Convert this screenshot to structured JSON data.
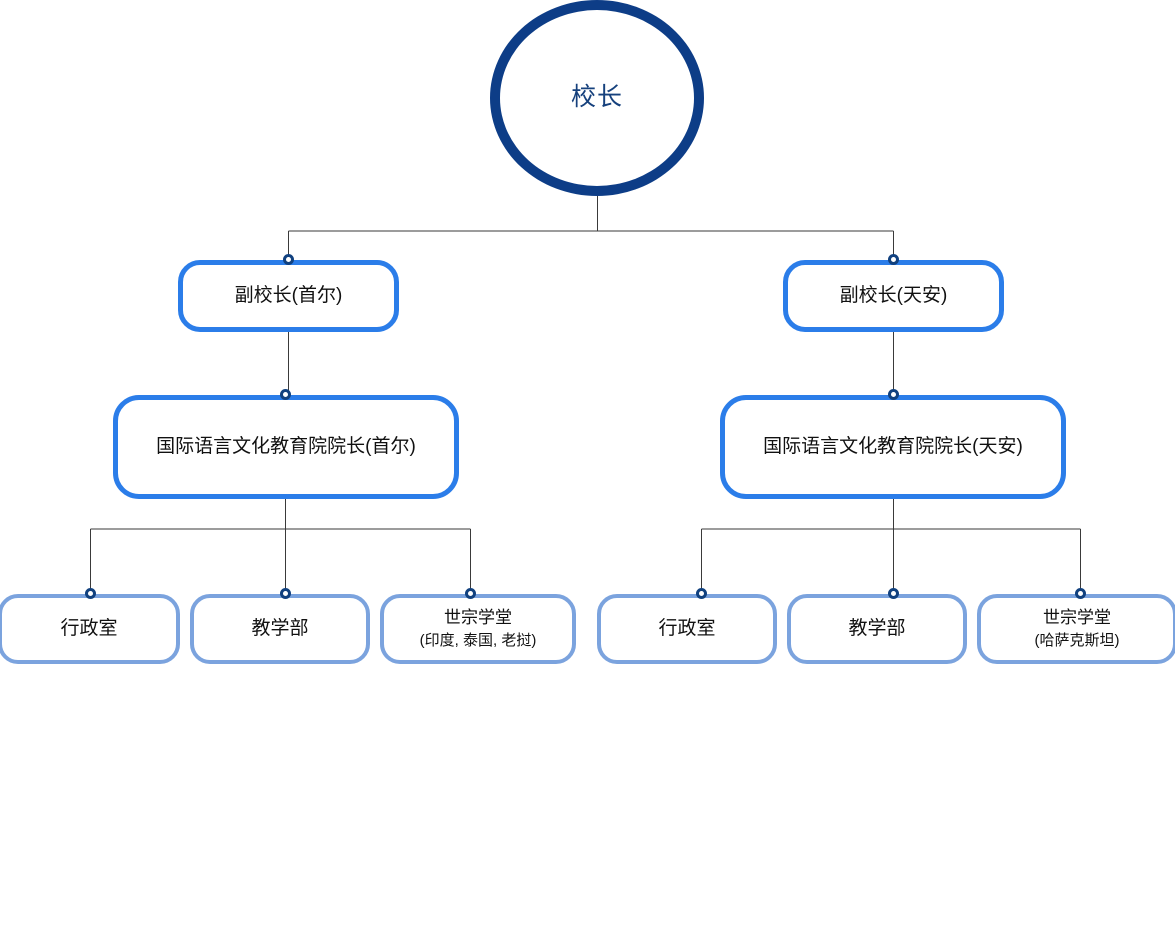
{
  "chart_title": "",
  "palette": {
    "root_border": "#0d3d87",
    "root_text": "#16417d",
    "level2_border": "#2b7de9",
    "level3_border": "#2b7de9",
    "leaf_border": "#7ba3de",
    "connector_line": "#3a3a3a",
    "connector_dot_ring": "#11417f",
    "connector_dot_fill": "#ffffff",
    "node_fill": "#ffffff",
    "text": "#111111",
    "background": "#ffffff"
  },
  "org_chart": {
    "type": "organization-tree",
    "root": {
      "id": "principal",
      "label": "校长",
      "shape": "circle",
      "level": 1
    },
    "level2": [
      {
        "id": "vice-principal-seoul",
        "label": "副校长(首尔)",
        "shape": "rounded-rect",
        "level": 2,
        "parent": "principal"
      },
      {
        "id": "vice-principal-cheonan",
        "label": "副校长(天安)",
        "shape": "rounded-rect",
        "level": 2,
        "parent": "principal"
      }
    ],
    "level3": [
      {
        "id": "institute-dean-seoul",
        "label": "国际语言文化教育院院长(首尔)",
        "shape": "rounded-rect",
        "level": 3,
        "parent": "vice-principal-seoul"
      },
      {
        "id": "institute-dean-cheonan",
        "label": "国际语言文化教育院院长(天安)",
        "shape": "rounded-rect",
        "level": 3,
        "parent": "vice-principal-cheonan"
      }
    ],
    "leaves_seoul": [
      {
        "id": "admin-office-seoul",
        "label": "行政室",
        "sublabel": "",
        "level": 4,
        "parent": "institute-dean-seoul"
      },
      {
        "id": "teaching-dept-seoul",
        "label": "教学部",
        "sublabel": "",
        "level": 4,
        "parent": "institute-dean-seoul"
      },
      {
        "id": "sejong-institute-seoul",
        "label": "世宗学堂",
        "sublabel": "(印度, 泰国, 老挝)",
        "level": 4,
        "parent": "institute-dean-seoul"
      }
    ],
    "leaves_cheonan": [
      {
        "id": "admin-office-cheonan",
        "label": "行政室",
        "sublabel": "",
        "level": 4,
        "parent": "institute-dean-cheonan"
      },
      {
        "id": "teaching-dept-cheonan",
        "label": "教学部",
        "sublabel": "",
        "level": 4,
        "parent": "institute-dean-cheonan"
      },
      {
        "id": "sejong-institute-cheonan",
        "label": "世宗学堂",
        "sublabel": "(哈萨克斯坦)",
        "level": 4,
        "parent": "institute-dean-cheonan"
      }
    ]
  }
}
